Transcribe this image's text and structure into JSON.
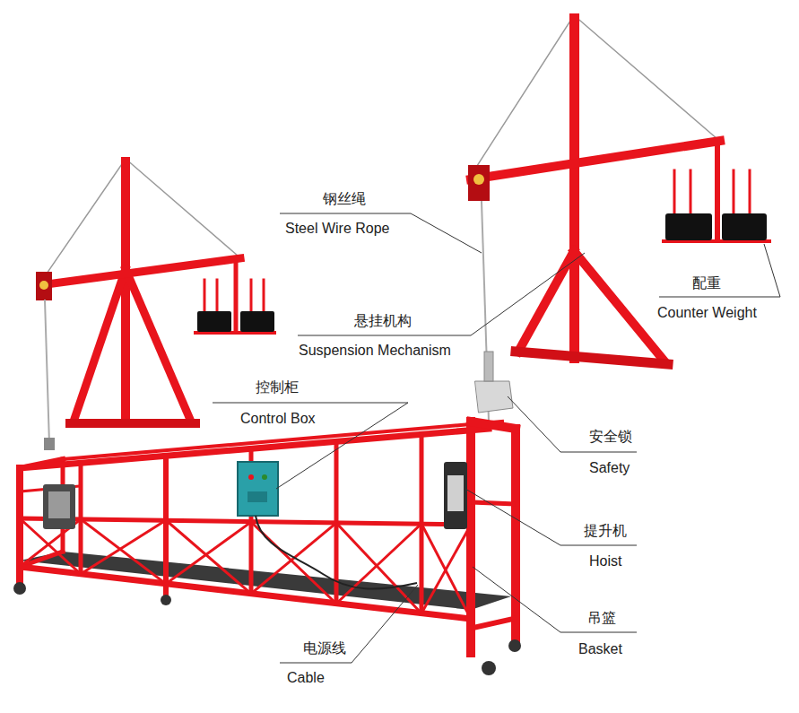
{
  "diagram": {
    "labels": [
      "钢丝绳",
      "Steel Wire Rope",
      "配重",
      "Counter Weight",
      "悬挂机构",
      "Suspension Mechanism",
      "控制柜",
      "Control Box",
      "安全锁",
      "Safety",
      "提升机",
      "Hoist",
      "吊篮",
      "Basket",
      "电源线",
      "Cable"
    ]
  }
}
